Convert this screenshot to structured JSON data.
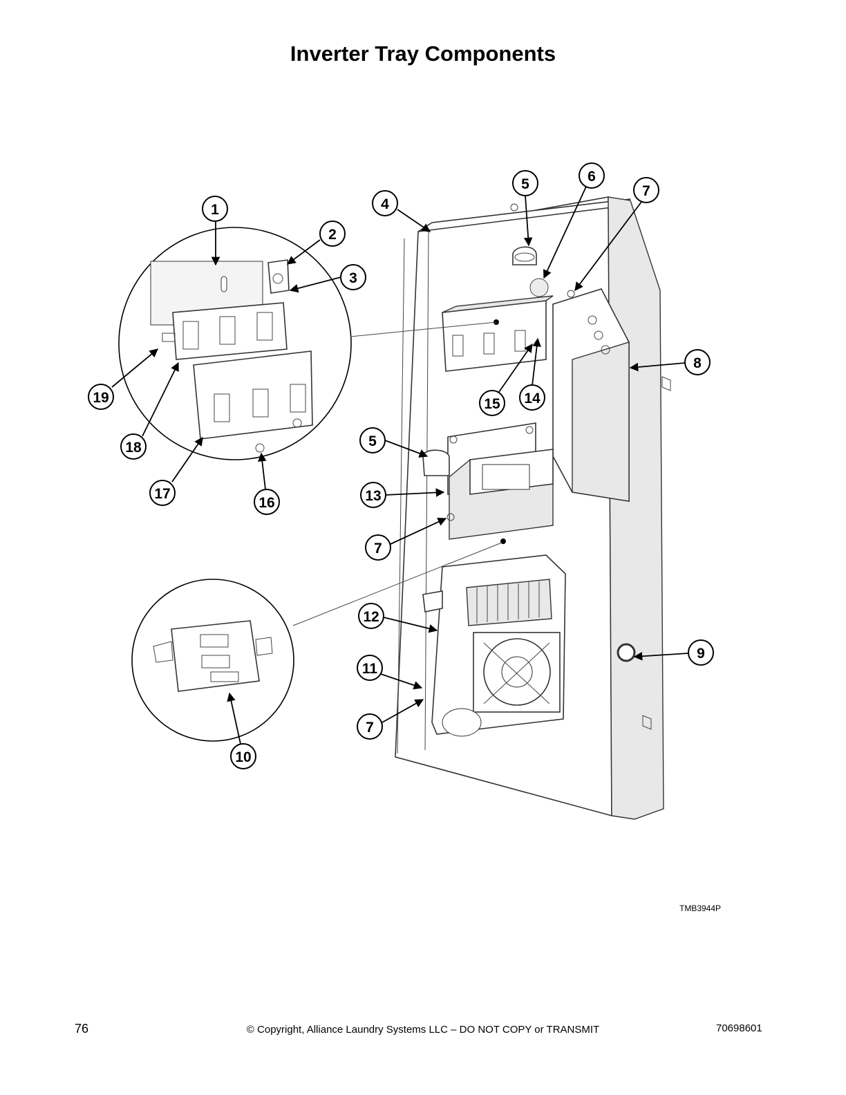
{
  "header": {
    "title": "Inverter Tray Components"
  },
  "diagram": {
    "callouts": [
      "1",
      "2",
      "3",
      "4",
      "5",
      "6",
      "7",
      "8",
      "9",
      "10",
      "11",
      "12",
      "13",
      "14",
      "15",
      "16",
      "17",
      "18",
      "19"
    ]
  },
  "footer": {
    "figure_code": "TMB3944P",
    "page_number": "76",
    "copyright": "© Copyright, Alliance Laundry Systems LLC – DO NOT COPY or TRANSMIT",
    "doc_number": "70698601"
  }
}
